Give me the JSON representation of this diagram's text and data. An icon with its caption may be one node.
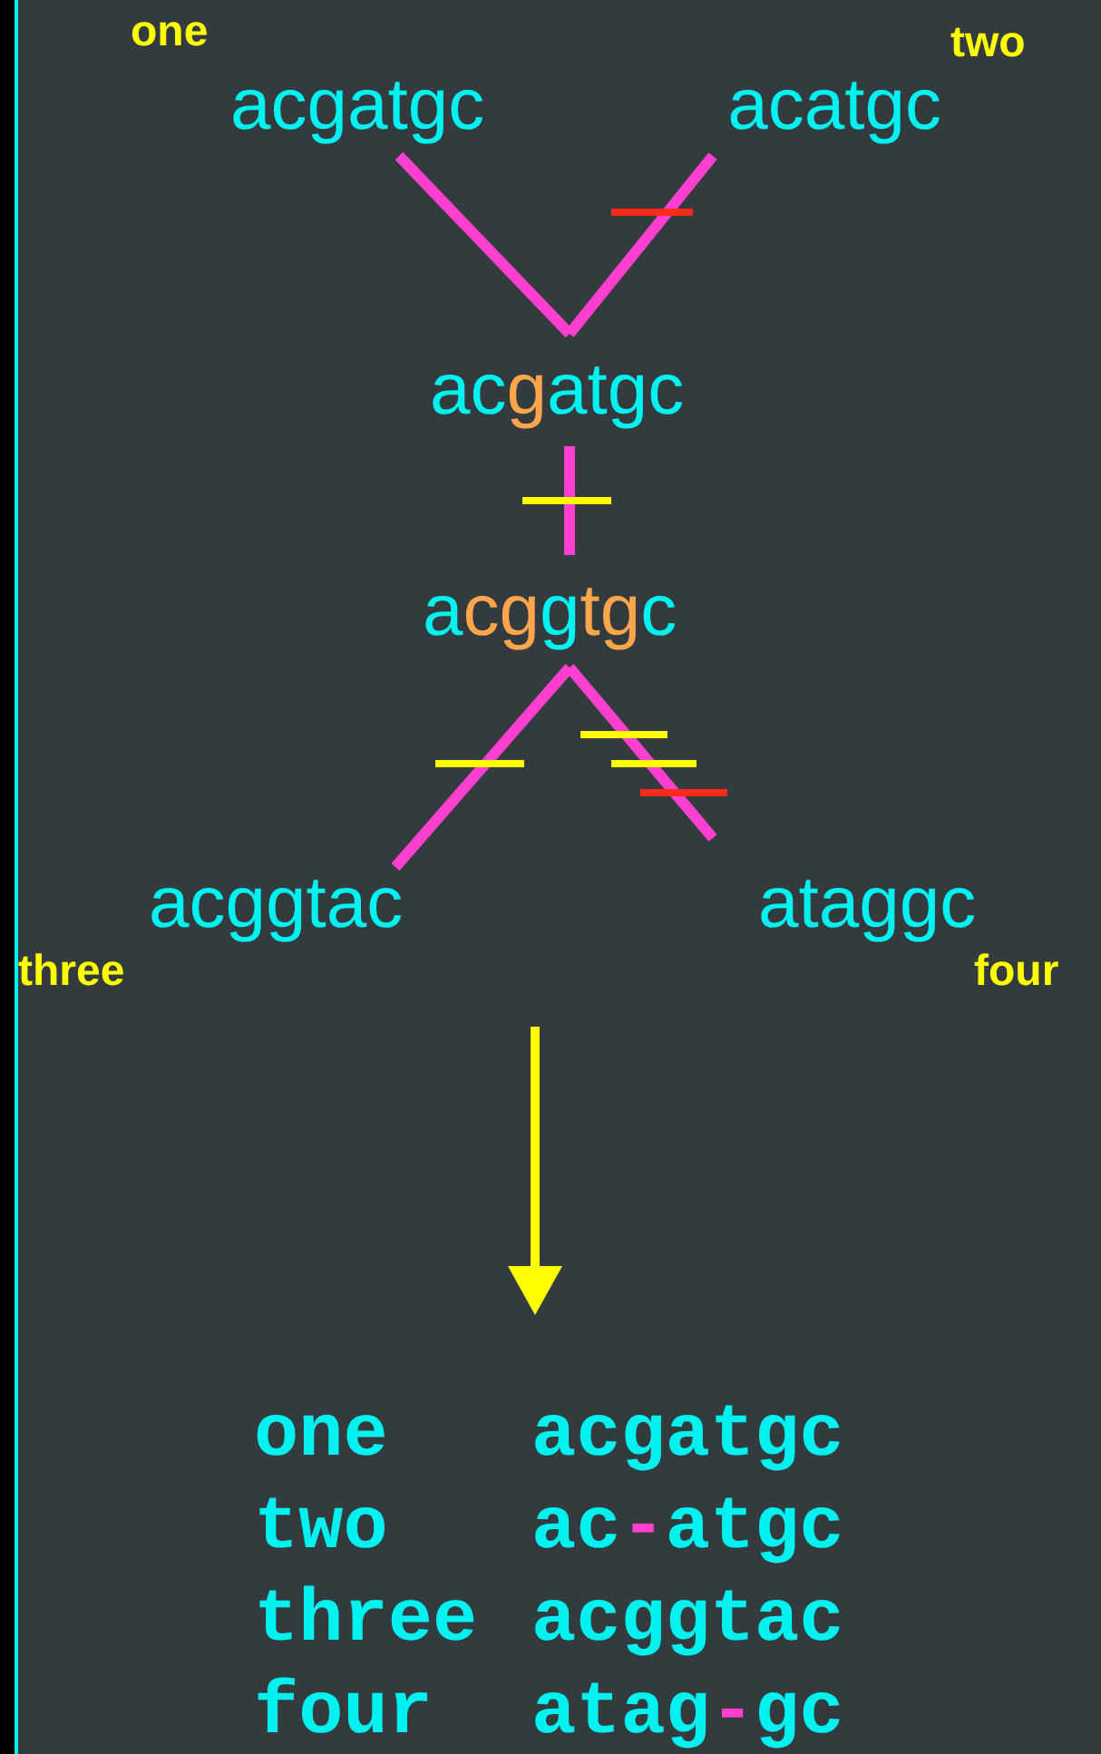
{
  "diagram": {
    "nodes": [
      {
        "text": [
          "acgatgc"
        ],
        "beside": [
          "one"
        ]
      },
      {
        "text": [
          "acatgc"
        ],
        "beside": [
          "two"
        ]
      },
      {
        "text": [
          "acgatgc"
        ]
      },
      {
        "text": [
          "acggtgc"
        ]
      },
      {
        "text": [
          "acggtac"
        ],
        "beside": [
          "three"
        ]
      },
      {
        "text": [
          "ataggc"
        ],
        "beside": [
          "four"
        ]
      }
    ],
    "edges": [
      {
        "from": 0,
        "to": 2,
        "arrow": "none"
      },
      {
        "from": 1,
        "to": 2,
        "arrow": "none"
      },
      {
        "from": 2,
        "to": 3,
        "arrow": "none"
      },
      {
        "from": 3,
        "to": 4,
        "arrow": "none"
      },
      {
        "from": 3,
        "to": 5,
        "arrow": "none"
      }
    ],
    "labels": [
      "one",
      "acgatgc",
      "two",
      "ac-atgc",
      "three",
      "acggtac",
      "four",
      "atag-gc"
    ]
  }
}
